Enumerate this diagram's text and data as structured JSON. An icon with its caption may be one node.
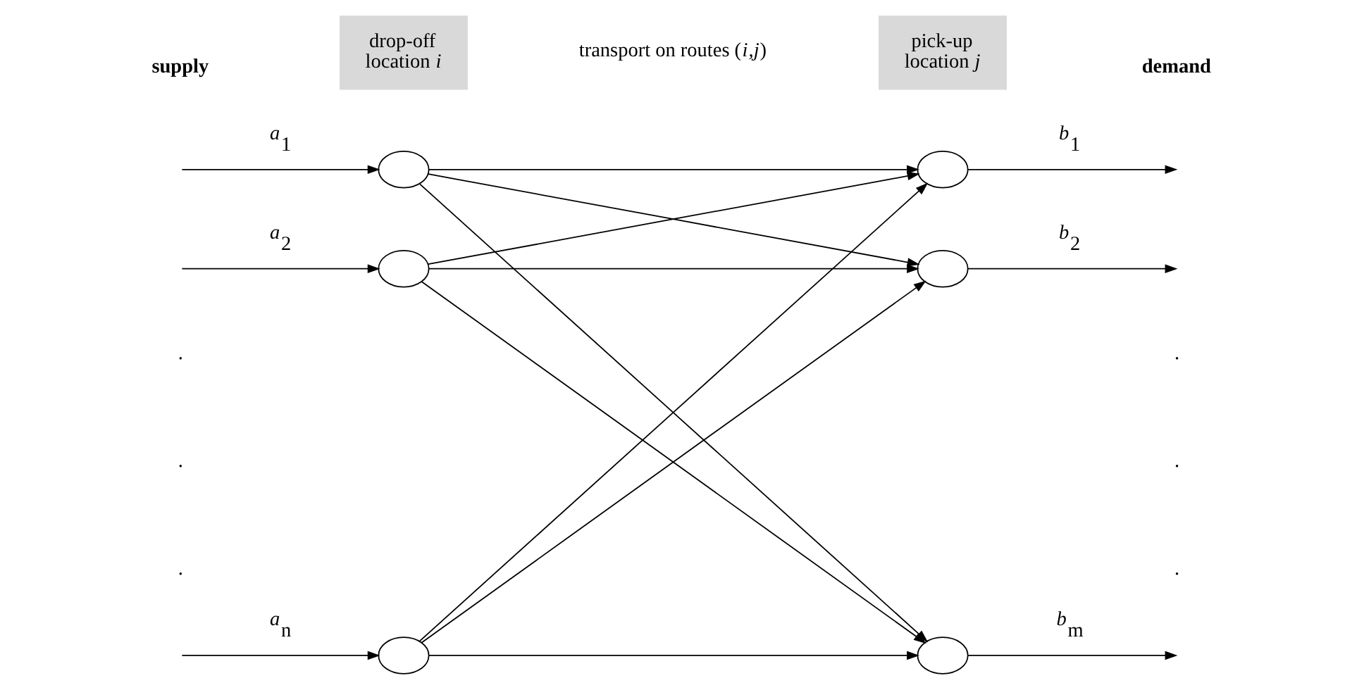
{
  "diagram": {
    "nodes": [
      {
        "text": [
          "drop-off location *i*"
        ]
      },
      {
        "text": [
          "pick-up location *j*"
        ]
      },
      {
        "text": [],
        "shape": "circle"
      },
      {
        "text": [],
        "shape": "circle"
      },
      {
        "text": [],
        "shape": "circle"
      },
      {
        "text": [],
        "shape": "circle"
      },
      {
        "text": [],
        "shape": "circle"
      },
      {
        "text": [],
        "shape": "circle"
      }
    ],
    "edges": [
      {
        "from": null,
        "to": 2,
        "arrow": "to",
        "label": "*a*$_{1}$"
      },
      {
        "from": null,
        "to": 3,
        "arrow": "to",
        "label": "*a*$_{2}$"
      },
      {
        "from": null,
        "to": 4,
        "arrow": "to",
        "label": "*a*$_{n}$"
      },
      {
        "from": 2,
        "to": 5,
        "arrow": "to"
      },
      {
        "from": 2,
        "to": 6,
        "arrow": "to"
      },
      {
        "from": 2,
        "to": 7,
        "arrow": "to"
      },
      {
        "from": 3,
        "to": 5,
        "arrow": "to"
      },
      {
        "from": 3,
        "to": 6,
        "arrow": "to"
      },
      {
        "from": 3,
        "to": 7,
        "arrow": "to"
      },
      {
        "from": 4,
        "to": 5,
        "arrow": "to"
      },
      {
        "from": 4,
        "to": 6,
        "arrow": "to"
      },
      {
        "from": 4,
        "to": 7,
        "arrow": "to"
      },
      {
        "from": 5,
        "to": null,
        "arrow": "to",
        "label": "*b*$_{1}$"
      },
      {
        "from": 6,
        "to": null,
        "arrow": "to",
        "label": "*b*$_{2}$"
      },
      {
        "from": 7,
        "to": null,
        "arrow": "to",
        "label": "*b*$_{m}$"
      }
    ],
    "labels": [
      "transport on routes (*i*,*j*)",
      "**supply**",
      "**demand**",
      ".",
      ".",
      ".",
      ".",
      ".",
      "."
    ]
  }
}
